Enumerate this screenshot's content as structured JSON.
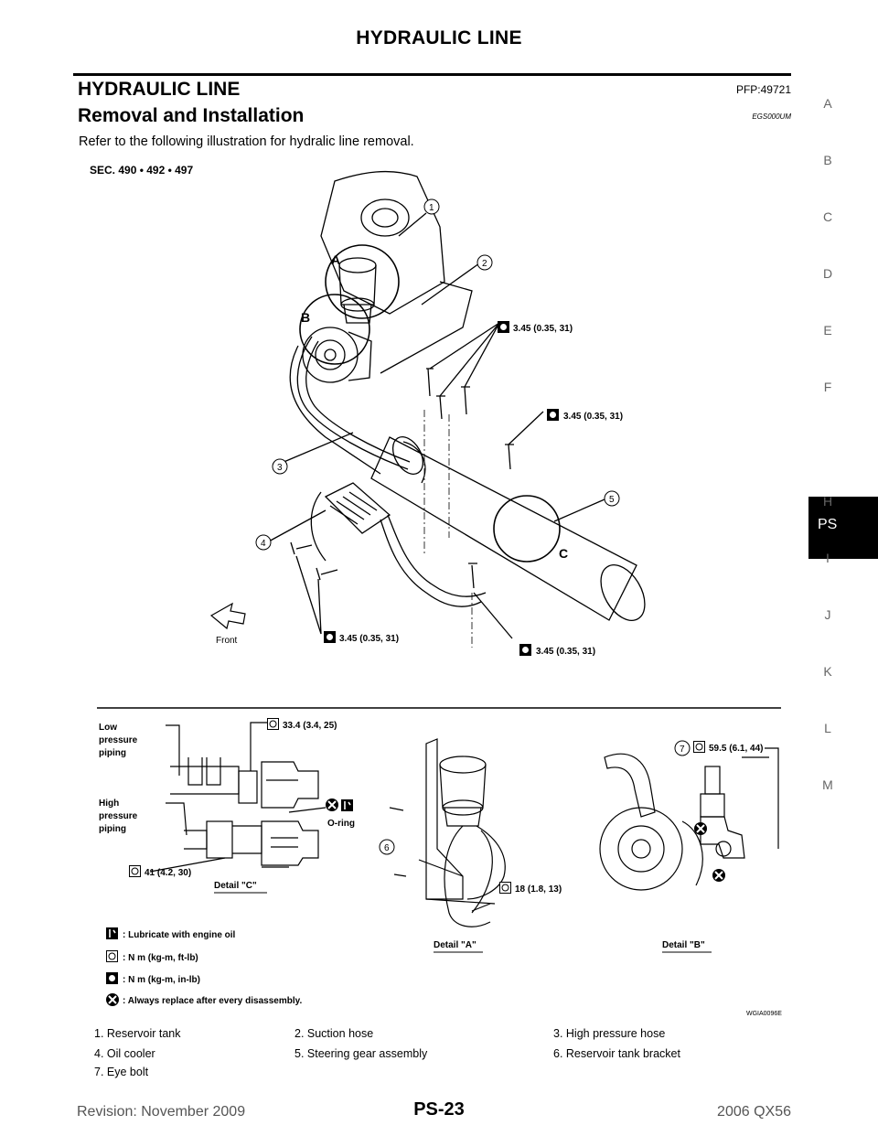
{
  "header": {
    "title": "HYDRAULIC LINE"
  },
  "section": {
    "title": "HYDRAULIC LINE",
    "code": "PFP:49721"
  },
  "subsection": {
    "title": "Removal and Installation",
    "code": "EGS000UM"
  },
  "intro": "Refer to the following illustration for hydralic line removal.",
  "sidebar": {
    "letters": [
      "A",
      "B",
      "C",
      "D",
      "E",
      "F",
      "H",
      "I",
      "J",
      "K",
      "L",
      "M"
    ],
    "active": "PS"
  },
  "figure": {
    "sec_label": "SEC. 490 • 492 • 497",
    "callouts": [
      "1",
      "2",
      "3",
      "4",
      "5",
      "6",
      "7"
    ],
    "detail_letters": [
      "A",
      "B",
      "C"
    ],
    "torques": {
      "t1": "3.45 (0.35, 31)",
      "t2": "3.45 (0.35, 31)",
      "t3": "3.45 (0.35, 31)",
      "t4": "3.45 (0.35, 31)",
      "t5": "33.4 (3.4, 25)",
      "t6": "41 (4.2, 30)",
      "t7": "18 (1.8, 13)",
      "t8": "59.5 (6.1, 44)"
    },
    "front_label": "Front",
    "low_pressure": [
      "Low",
      "pressure",
      "piping"
    ],
    "high_pressure": [
      "High",
      "pressure",
      "piping"
    ],
    "oring": "O-ring",
    "detail_c": "Detail \"C\"",
    "detail_a": "Detail \"A\"",
    "detail_b": "Detail \"B\"",
    "legend": [
      ": Lubricate with engine oil",
      ": N m (kg-m, ft-lb)",
      ": N m (kg-m, in-lb)",
      ": Always replace after every disassembly."
    ],
    "figure_id": "WGIA0096E"
  },
  "parts": [
    "1.    Reservoir tank",
    "2.    Suction hose",
    "3.    High pressure hose",
    "4.    Oil cooler",
    "5.    Steering gear assembly",
    "6.    Reservoir tank bracket",
    "7.    Eye bolt"
  ],
  "footer": {
    "revision": "Revision: November 2009",
    "page": "PS-23",
    "model": "2006 QX56"
  }
}
